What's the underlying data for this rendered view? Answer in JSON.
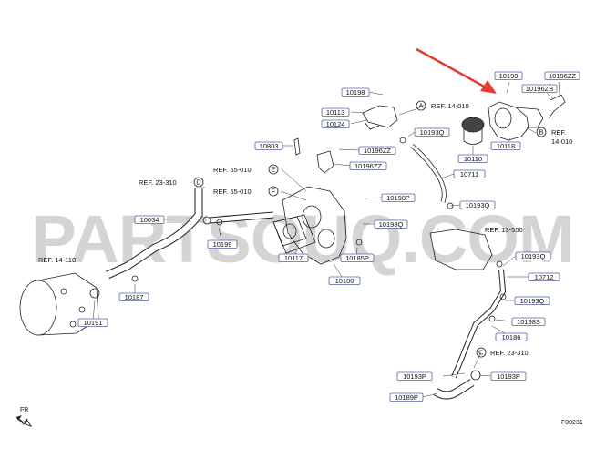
{
  "watermark": "PARTSOUQ.COM",
  "figure_code": "F00231",
  "fr_label": "FR",
  "arrow_color": "#e53a2f",
  "label_box_color": "#5560a8",
  "part_labels": [
    {
      "id": "10198a",
      "text": "10198"
    },
    {
      "id": "10198b",
      "text": "10198"
    },
    {
      "id": "10196ZZa",
      "text": "10196ZZ"
    },
    {
      "id": "10196ZB",
      "text": "10196ZB"
    },
    {
      "id": "10113",
      "text": "10113"
    },
    {
      "id": "10124",
      "text": "10124"
    },
    {
      "id": "10118",
      "text": "10118"
    },
    {
      "id": "10193Qa",
      "text": "10193Q"
    },
    {
      "id": "10110",
      "text": "10110"
    },
    {
      "id": "10803",
      "text": "10803"
    },
    {
      "id": "10196ZZb",
      "text": "10196ZZ"
    },
    {
      "id": "10196ZZc",
      "text": "10196ZZ"
    },
    {
      "id": "10711",
      "text": "10711"
    },
    {
      "id": "10198P",
      "text": "10198P"
    },
    {
      "id": "10193Qb",
      "text": "10193Q"
    },
    {
      "id": "10034",
      "text": "10034"
    },
    {
      "id": "10198Q",
      "text": "10198Q"
    },
    {
      "id": "10199",
      "text": "10199"
    },
    {
      "id": "10117",
      "text": "10117"
    },
    {
      "id": "10185P",
      "text": "10185P"
    },
    {
      "id": "10100",
      "text": "10100"
    },
    {
      "id": "10193Qc",
      "text": "10193Q"
    },
    {
      "id": "10712",
      "text": "10712"
    },
    {
      "id": "10187",
      "text": "10187"
    },
    {
      "id": "10193Qd",
      "text": "10193Q"
    },
    {
      "id": "10191",
      "text": "10191"
    },
    {
      "id": "10198S",
      "text": "10198S"
    },
    {
      "id": "10186",
      "text": "10186"
    },
    {
      "id": "10193Pa",
      "text": "10193P"
    },
    {
      "id": "10193Pb",
      "text": "10193P"
    },
    {
      "id": "10189P",
      "text": "10189P"
    }
  ],
  "refs": [
    {
      "id": "ref-a",
      "letter": "A",
      "text": "REF. 14-010"
    },
    {
      "id": "ref-b",
      "letter": "B",
      "text": "REF.",
      "text2": "14-010"
    },
    {
      "id": "ref-e",
      "letter": "E",
      "text": "REF. 55-010"
    },
    {
      "id": "ref-f",
      "letter": "F",
      "text": "REF. 55-010"
    },
    {
      "id": "ref-d",
      "letter": "D",
      "text": "REF. 23-310"
    },
    {
      "id": "ref-c",
      "letter": "C",
      "text": "REF. 23-310"
    },
    {
      "id": "ref-13",
      "letter": "",
      "text": "REF. 13-550"
    },
    {
      "id": "ref-14",
      "letter": "",
      "text": "REF. 14-110"
    }
  ]
}
